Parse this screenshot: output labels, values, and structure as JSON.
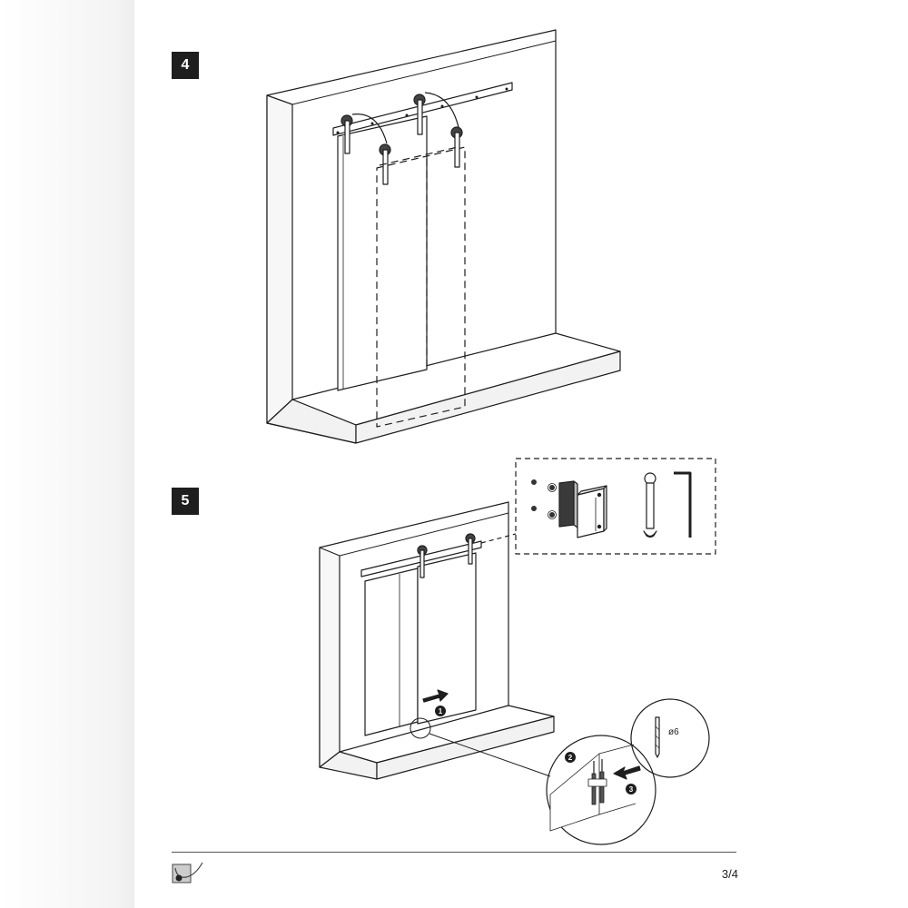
{
  "steps": [
    {
      "number": "4"
    },
    {
      "number": "5"
    }
  ],
  "callouts": {
    "push_direction": "1",
    "install_guide": "2",
    "insert_direction": "3",
    "drill_size": "ø6"
  },
  "footer": {
    "page_number": "3/4"
  },
  "colors": {
    "ink": "#1e1e1e",
    "badge": "#1e1e1e"
  }
}
